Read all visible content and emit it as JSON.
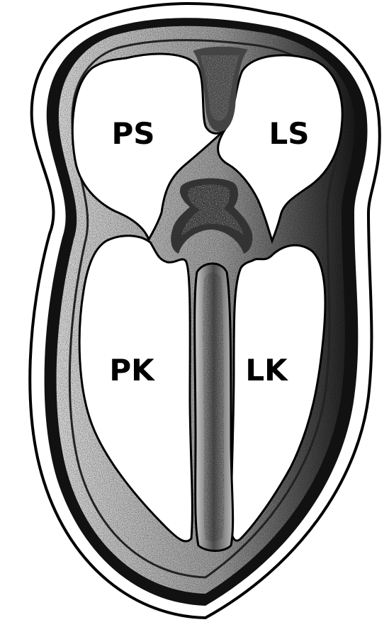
{
  "diagram": {
    "colors": {
      "ink": "#000000",
      "paper": "#ffffff",
      "wall_shade": "#b9b9b9",
      "wall_dark": "#5a5a5a"
    },
    "labels": {
      "right_atrium": "PS",
      "left_atrium": "LS",
      "right_ventricle": "PK",
      "left_ventricle": "LK"
    }
  }
}
